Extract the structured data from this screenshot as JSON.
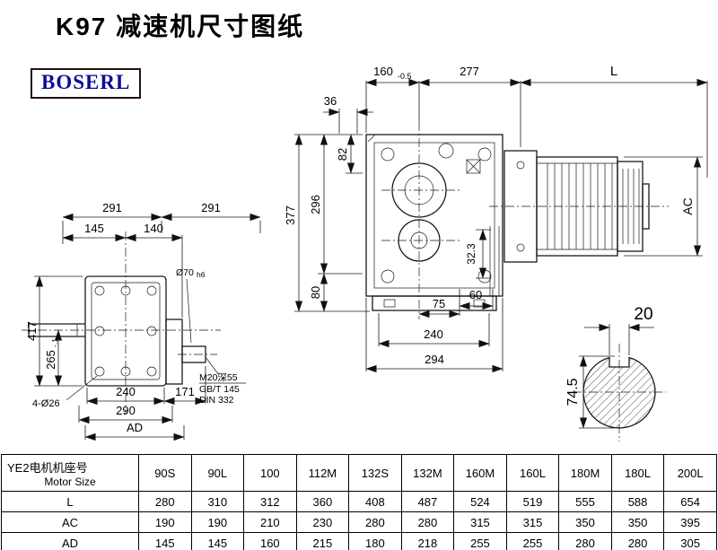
{
  "page": {
    "title": "K97 减速机尺寸图纸",
    "logo": "BOSERL"
  },
  "drawing": {
    "main": {
      "w160": "160",
      "w160_tol": "-0.5",
      "w277": "277",
      "wL": "L",
      "w36": "36",
      "h82": "82",
      "h377": "377",
      "h296": "296",
      "h80": "80",
      "h32": "32.3",
      "b75": "75",
      "b60": "60",
      "b240": "240",
      "b294": "294",
      "ac": "AC"
    },
    "left": {
      "t291a": "291",
      "t291b": "291",
      "t145": "145",
      "t140": "140",
      "shaft_dia": "Ø70",
      "shaft_fit": "h6",
      "h417": "417",
      "h265": "265",
      "h265_tol": "-.1",
      "holes": "4-Ø26",
      "b240": "240",
      "b171": "171",
      "b290": "290",
      "ad": "AD",
      "note1": "M20深55",
      "note2": "GB/T 145",
      "note3": "DIN 332"
    },
    "shaft": {
      "key_w": "20",
      "dia": "74.5"
    }
  },
  "table": {
    "header": {
      "line1": "YE2电机机座号",
      "line2": "Motor Size"
    },
    "columns": [
      "90S",
      "90L",
      "100",
      "112M",
      "132S",
      "132M",
      "160M",
      "160L",
      "180M",
      "180L",
      "200L"
    ],
    "rows": [
      {
        "label": "L",
        "values": [
          "280",
          "310",
          "312",
          "360",
          "408",
          "487",
          "524",
          "519",
          "555",
          "588",
          "654"
        ]
      },
      {
        "label": "AC",
        "values": [
          "190",
          "190",
          "210",
          "230",
          "280",
          "280",
          "315",
          "315",
          "350",
          "350",
          "395"
        ]
      },
      {
        "label": "AD",
        "values": [
          "145",
          "145",
          "160",
          "215",
          "180",
          "218",
          "255",
          "255",
          "280",
          "280",
          "305"
        ]
      }
    ]
  }
}
